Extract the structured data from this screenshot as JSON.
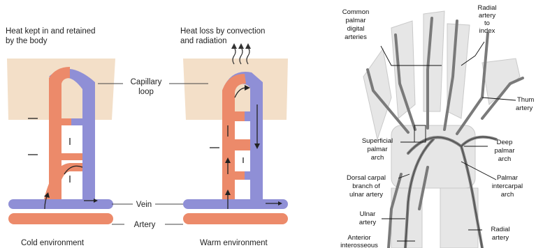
{
  "left_diagram": {
    "cold_caption": "Heat kept in and retained by the body",
    "cold_caption_line1": "Heat kept in and retained",
    "cold_caption_line2": "by the body",
    "warm_caption_line1": "Heat loss by convection",
    "warm_caption_line2": "and radiation",
    "capillary_label_line1": "Capillary",
    "capillary_label_line2": "loop",
    "vein_label": "Vein",
    "artery_label": "Artery",
    "cold_environment": "Cold environment",
    "warm_environment": "Warm environment",
    "colors": {
      "artery": "#ec8a6a",
      "vein": "#8f8fd6",
      "skin": "#f3dfc8"
    }
  },
  "right_diagram": {
    "common_palmar_digital_line1": "Common",
    "common_palmar_digital_line2": "palmar",
    "common_palmar_digital_line3": "digital",
    "common_palmar_digital_line4": "arteries",
    "radial_index_line1": "Radial",
    "radial_index_line2": "artery",
    "radial_index_line3": "to",
    "radial_index_line4": "index",
    "thumb_line1": "Thum",
    "thumb_line2": "artery",
    "superficial_line1": "Superficial",
    "superficial_line2": "palmar",
    "superficial_line3": "arch",
    "deep_line1": "Deep",
    "deep_line2": "palmar",
    "deep_line3": "arch",
    "dorsal_line1": "Dorsal carpal",
    "dorsal_line2": "branch of",
    "dorsal_line3": "ulnar artery",
    "palmar_intercarpal_line1": "Palmar",
    "palmar_intercarpal_line2": "intercarpal",
    "palmar_intercarpal_line3": "arch",
    "ulnar_line1": "Ulnar",
    "ulnar_line2": "artery",
    "radial_line1": "Radial",
    "radial_line2": "artery",
    "anterior_line1": "Anterior",
    "anterior_line2": "interosseous",
    "colors": {
      "vessel": "#7a7a7a",
      "bone": "#e2e2e2"
    }
  }
}
